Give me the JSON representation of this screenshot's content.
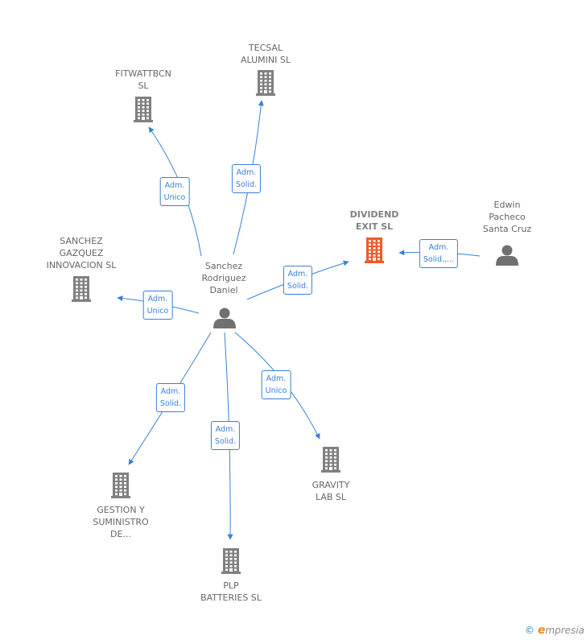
{
  "colors": {
    "edge": "#3a7fd5",
    "company": "#808080",
    "highlight": "#f05a28",
    "person": "#707070"
  },
  "nodes": [
    {
      "id": "fitwatt",
      "type": "company",
      "lines": [
        "FITWATTBCN",
        "SL"
      ]
    },
    {
      "id": "tecsal",
      "type": "company",
      "lines": [
        "TECSAL",
        "ALUMINI  SL"
      ]
    },
    {
      "id": "sanchezg",
      "type": "company",
      "lines": [
        "SANCHEZ",
        "GAZQUEZ",
        "INNOVACION SL"
      ]
    },
    {
      "id": "dividend",
      "type": "company",
      "highlight": true,
      "lines": [
        "DIVIDEND",
        "EXIT  SL"
      ]
    },
    {
      "id": "edwin",
      "type": "person",
      "lines": [
        "Edwin",
        "Pacheco",
        "Santa Cruz"
      ]
    },
    {
      "id": "sanchezr",
      "type": "person",
      "lines": [
        "Sanchez",
        "Rodriguez",
        "Daniel"
      ]
    },
    {
      "id": "gestion",
      "type": "company",
      "lines": [
        "GESTION Y",
        "SUMINISTRO",
        "DE..."
      ]
    },
    {
      "id": "plp",
      "type": "company",
      "lines": [
        "PLP",
        "BATTERIES  SL"
      ]
    },
    {
      "id": "gravity",
      "type": "company",
      "lines": [
        "GRAVITY",
        "LAB  SL"
      ]
    }
  ],
  "edges": [
    {
      "from": "sanchezr",
      "to": "fitwatt",
      "label": [
        "Adm.",
        "Unico"
      ]
    },
    {
      "from": "sanchezr",
      "to": "tecsal",
      "label": [
        "Adm.",
        "Solid."
      ]
    },
    {
      "from": "sanchezr",
      "to": "sanchezg",
      "label": [
        "Adm.",
        "Unico"
      ]
    },
    {
      "from": "sanchezr",
      "to": "dividend",
      "label": [
        "Adm.",
        "Solid."
      ]
    },
    {
      "from": "edwin",
      "to": "dividend",
      "label": [
        "Adm.",
        "Solid.,..."
      ]
    },
    {
      "from": "sanchezr",
      "to": "gestion",
      "label": [
        "Adm.",
        "Solid."
      ]
    },
    {
      "from": "sanchezr",
      "to": "plp",
      "label": [
        "Adm.",
        "Solid."
      ]
    },
    {
      "from": "sanchezr",
      "to": "gravity",
      "label": [
        "Adm.",
        "Unico"
      ]
    }
  ],
  "footer": {
    "copyright": "©",
    "brand_initial": "e",
    "brand_rest": "mpresia"
  }
}
